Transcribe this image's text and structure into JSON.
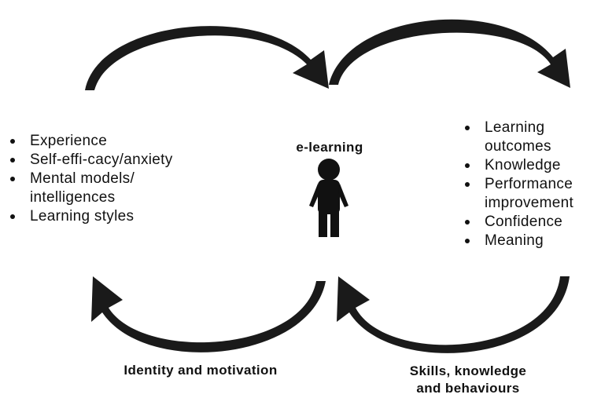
{
  "center": {
    "title": "e-learning",
    "figure_icon": "person-icon"
  },
  "left_list": {
    "items": [
      "Experience",
      "Self-effi-cacy/anxiety",
      "Mental models/",
      "intelligences",
      "Learning styles"
    ]
  },
  "right_list": {
    "items": [
      "Learning",
      "outcomes",
      "Knowledge",
      "Performance",
      "improvement",
      "Confidence",
      "Meaning"
    ]
  },
  "captions": {
    "left": "Identity and motivation",
    "right_line1": "Skills, knowledge",
    "right_line2": "and behaviours"
  },
  "colors": {
    "arrows": "#1a1a1a",
    "text": "#111111",
    "background": "#ffffff"
  }
}
